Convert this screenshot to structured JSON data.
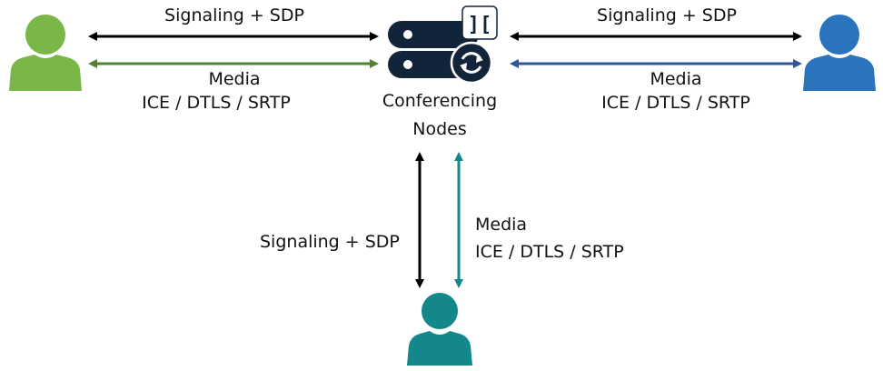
{
  "diagram": {
    "center_node": {
      "label_line1": "Conferencing",
      "label_line2": "Nodes",
      "badge_glyph": "][",
      "icon": "server-sync-icon",
      "color": "#12243a"
    },
    "participants": [
      {
        "id": "left",
        "icon": "user-icon",
        "color": "#7ab648"
      },
      {
        "id": "right",
        "icon": "user-icon",
        "color": "#2a74bd"
      },
      {
        "id": "bottom",
        "icon": "user-icon",
        "color": "#13878a"
      }
    ],
    "links": {
      "left": {
        "signaling": "Signaling + SDP",
        "media_line1": "Media",
        "media_line2": "ICE / DTLS / SRTP",
        "signaling_color": "#000000",
        "media_color": "#548235"
      },
      "right": {
        "signaling": "Signaling + SDP",
        "media_line1": "Media",
        "media_line2": "ICE / DTLS / SRTP",
        "signaling_color": "#000000",
        "media_color": "#2f5597"
      },
      "bottom": {
        "signaling": "Signaling + SDP",
        "media_line1": "Media",
        "media_line2": "ICE / DTLS / SRTP",
        "signaling_color": "#000000",
        "media_color": "#13878a"
      }
    }
  }
}
